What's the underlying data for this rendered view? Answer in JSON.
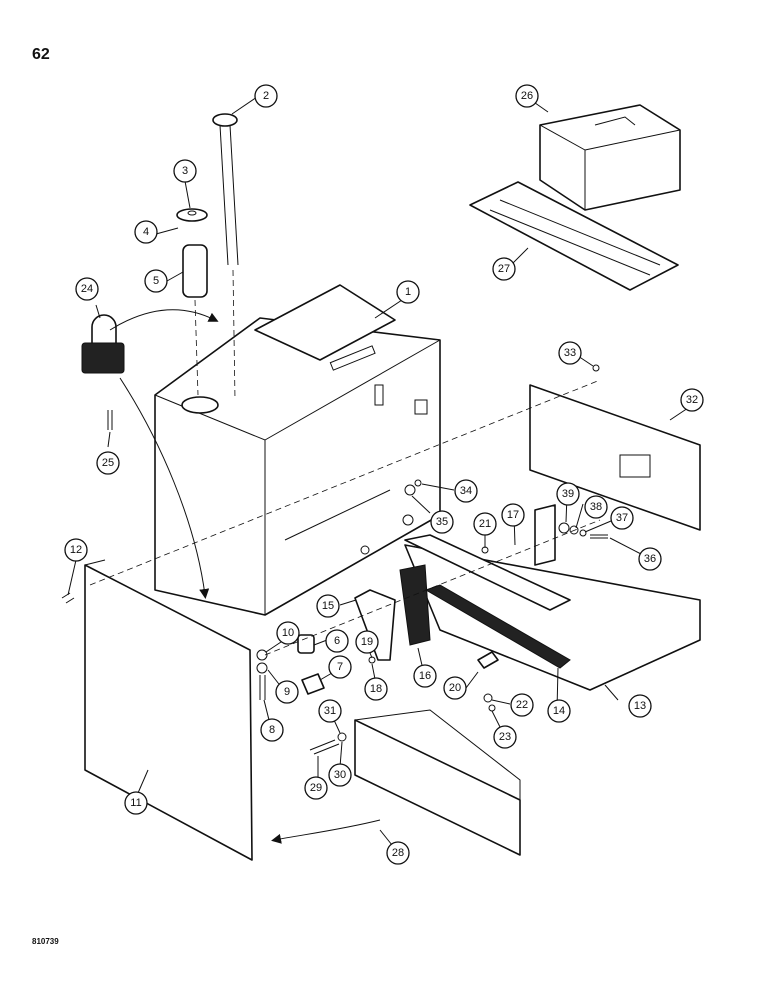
{
  "page": {
    "number": "62",
    "drawing_id": "810739"
  },
  "callouts": [
    "1",
    "2",
    "3",
    "4",
    "5",
    "6",
    "7",
    "8",
    "9",
    "10",
    "11",
    "12",
    "13",
    "14",
    "15",
    "16",
    "17",
    "18",
    "19",
    "20",
    "21",
    "22",
    "23",
    "24",
    "25",
    "26",
    "27",
    "28",
    "29",
    "30",
    "31",
    "32",
    "33",
    "34",
    "35",
    "36",
    "37",
    "38",
    "39"
  ]
}
